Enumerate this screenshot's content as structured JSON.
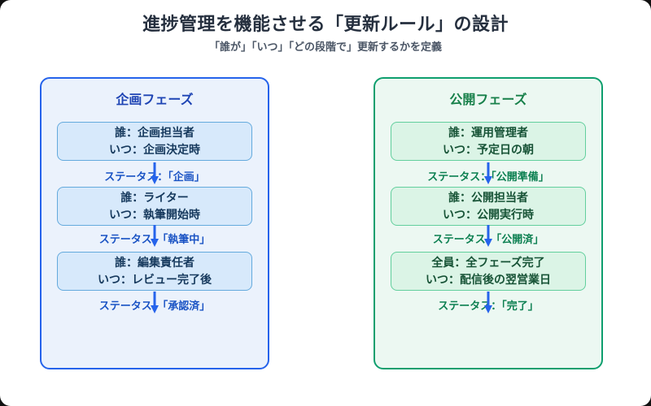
{
  "header": {
    "title": "進捗管理を機能させる「更新ルール」の設計",
    "subtitle": "「誰が」「いつ」「どの段階で」更新するかを定義"
  },
  "colors": {
    "title_text": "#252f3e",
    "subtitle_text": "#4a5565",
    "planning_border": "#2563eb",
    "planning_bg": "#ebf2fc",
    "planning_card_bg": "#d7e9fb",
    "planning_card_border": "#64aadd",
    "planning_title_text": "#1e44b4",
    "planning_card_text": "#16395d",
    "planning_status_text": "#1a53c4",
    "publish_border": "#0e9f6e",
    "publish_bg": "#ecf8f2",
    "publish_card_bg": "#dbf4e6",
    "publish_card_border": "#62cf9d",
    "publish_title_text": "#17804a",
    "publish_card_text": "#175336",
    "publish_status_text": "#0d8052",
    "arrow": "#2563eb"
  },
  "icons": {
    "step_connector": "arrow-down-icon"
  },
  "phases": [
    {
      "title": "企画フェーズ",
      "steps": [
        {
          "who": "誰：企画担当者",
          "when": "いつ：企画決定時",
          "status": "ステータス：「企画」"
        },
        {
          "who": "誰：ライター",
          "when": "いつ：執筆開始時",
          "status": "ステータス：「執筆中」"
        },
        {
          "who": "誰：編集責任者",
          "when": "いつ：レビュー完了後",
          "status": "ステータス：「承認済」"
        }
      ]
    },
    {
      "title": "公開フェーズ",
      "steps": [
        {
          "who": "誰：運用管理者",
          "when": "いつ：予定日の朝",
          "status": "ステータス：「公開準備」"
        },
        {
          "who": "誰：公開担当者",
          "when": "いつ：公開実行時",
          "status": "ステータス：「公開済」"
        },
        {
          "who": "全員：全フェーズ完了",
          "when": "いつ：配信後の翌営業日",
          "status": "ステータス：「完了」"
        }
      ]
    }
  ]
}
